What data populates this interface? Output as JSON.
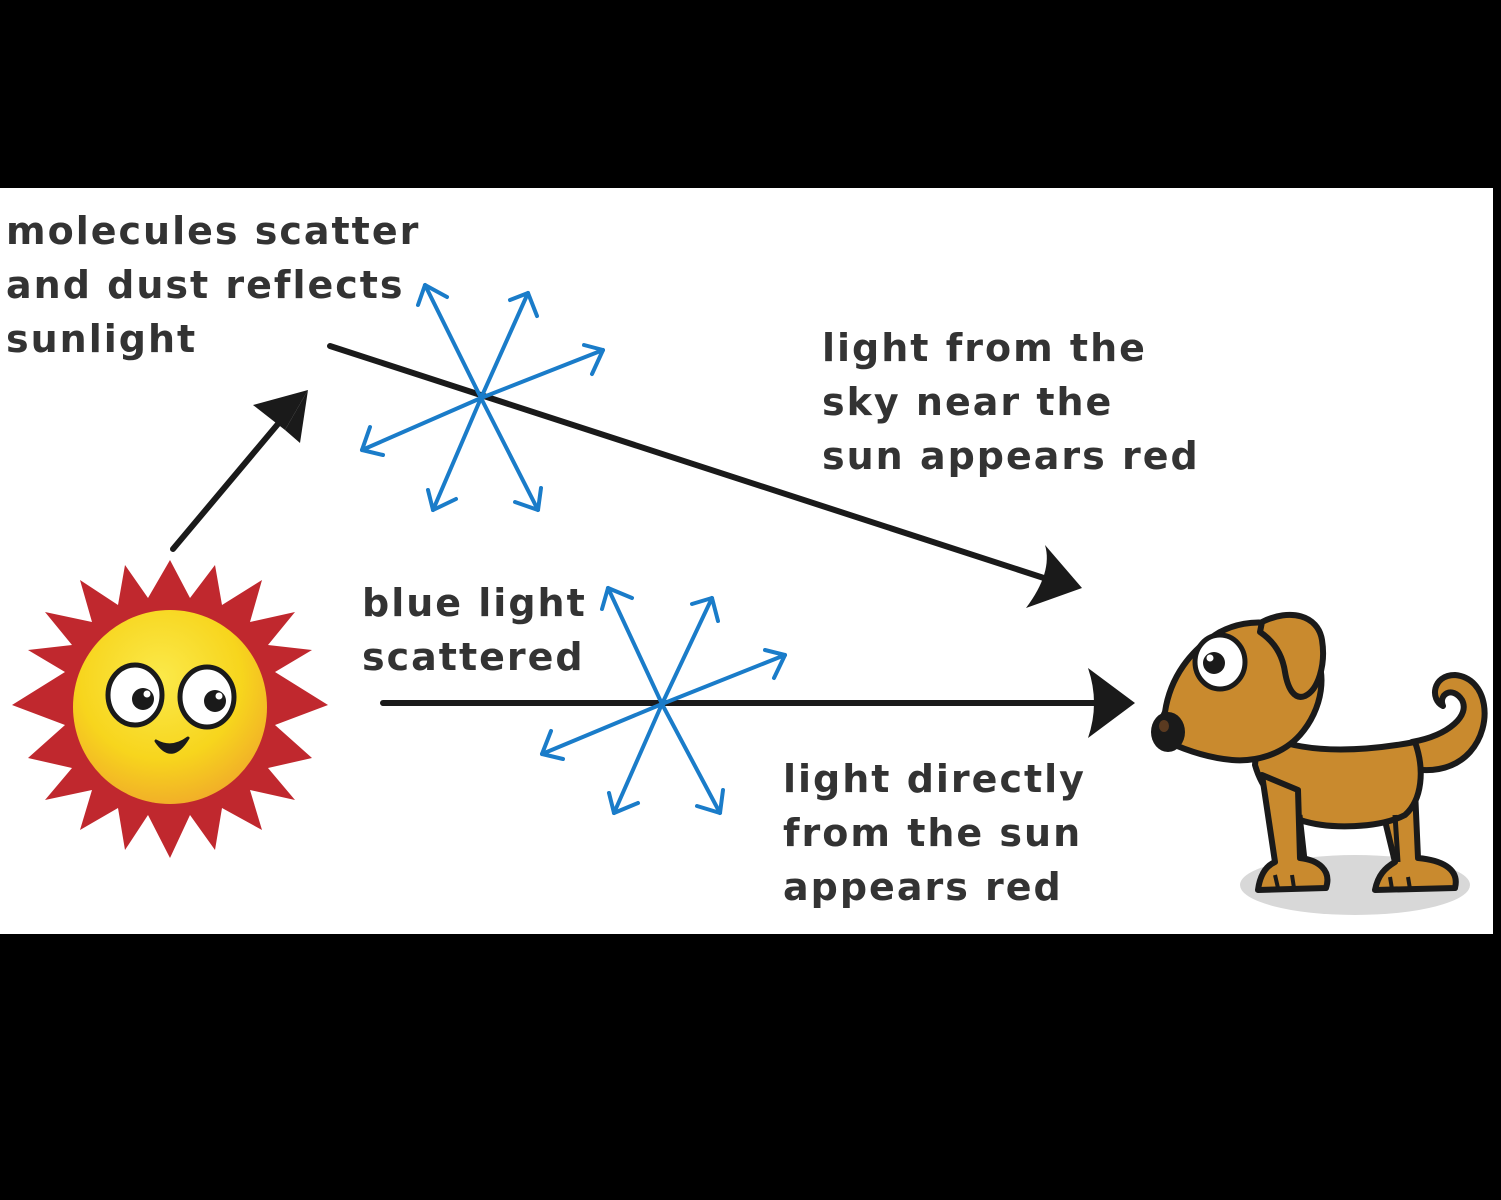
{
  "labels": {
    "molecules": {
      "line1": "molecules scatter",
      "line2": "and dust reflects",
      "line3": "sunlight"
    },
    "sky_light": {
      "line1": "light from the",
      "line2": "sky near the",
      "line3": "sun appears red"
    },
    "blue_light": {
      "line1": "blue light",
      "line2": "scattered"
    },
    "direct_light": {
      "line1": "light directly",
      "line2": "from the sun",
      "line3": "appears red"
    }
  },
  "colors": {
    "frame": "#000000",
    "panel": "#ffffff",
    "text": "#333333",
    "arrow": "#1a1a1a",
    "scatter": "#1a7cc9",
    "sun_rays": "#c0282e",
    "sun_face": "#f7d51d",
    "dog_body": "#c98a2e",
    "dog_outline": "#1a1a1a",
    "shadow": "#d8d8d8"
  }
}
